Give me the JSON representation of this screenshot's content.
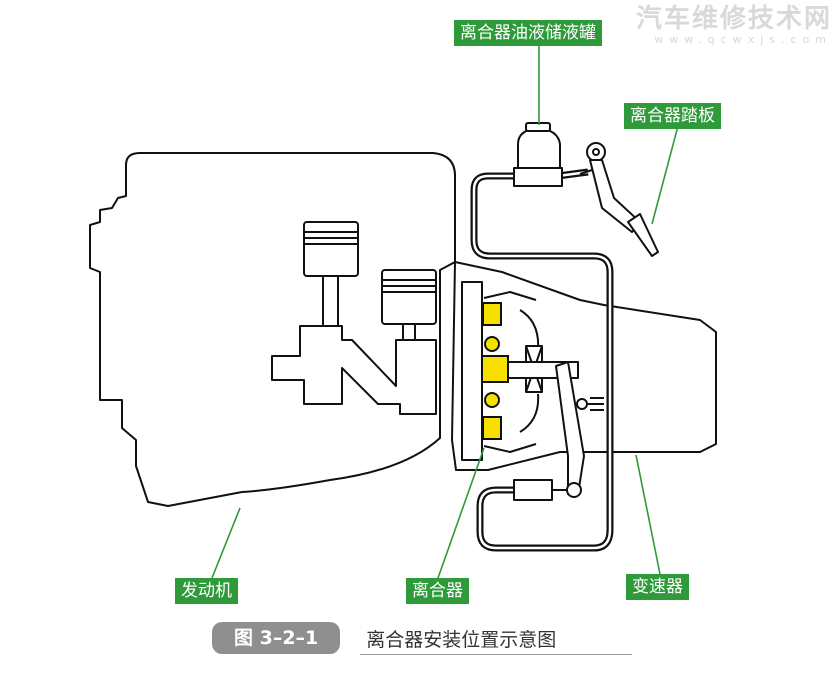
{
  "watermark": {
    "title": "汽车维修技术网",
    "url": "www.qcwxjs.com"
  },
  "labels": {
    "reservoir": "离合器油液储液罐",
    "pedal": "离合器踏板",
    "engine": "发动机",
    "clutch": "离合器",
    "transmission": "变速器"
  },
  "caption": {
    "number": "图 3–2–1",
    "title": "离合器安装位置示意图"
  },
  "colors": {
    "label_bg": "#2e9a3a",
    "leader": "#2e9a3a",
    "clutch_parts": "#f5e000",
    "outline": "#111111",
    "caption_bg": "#8f8f8f"
  }
}
